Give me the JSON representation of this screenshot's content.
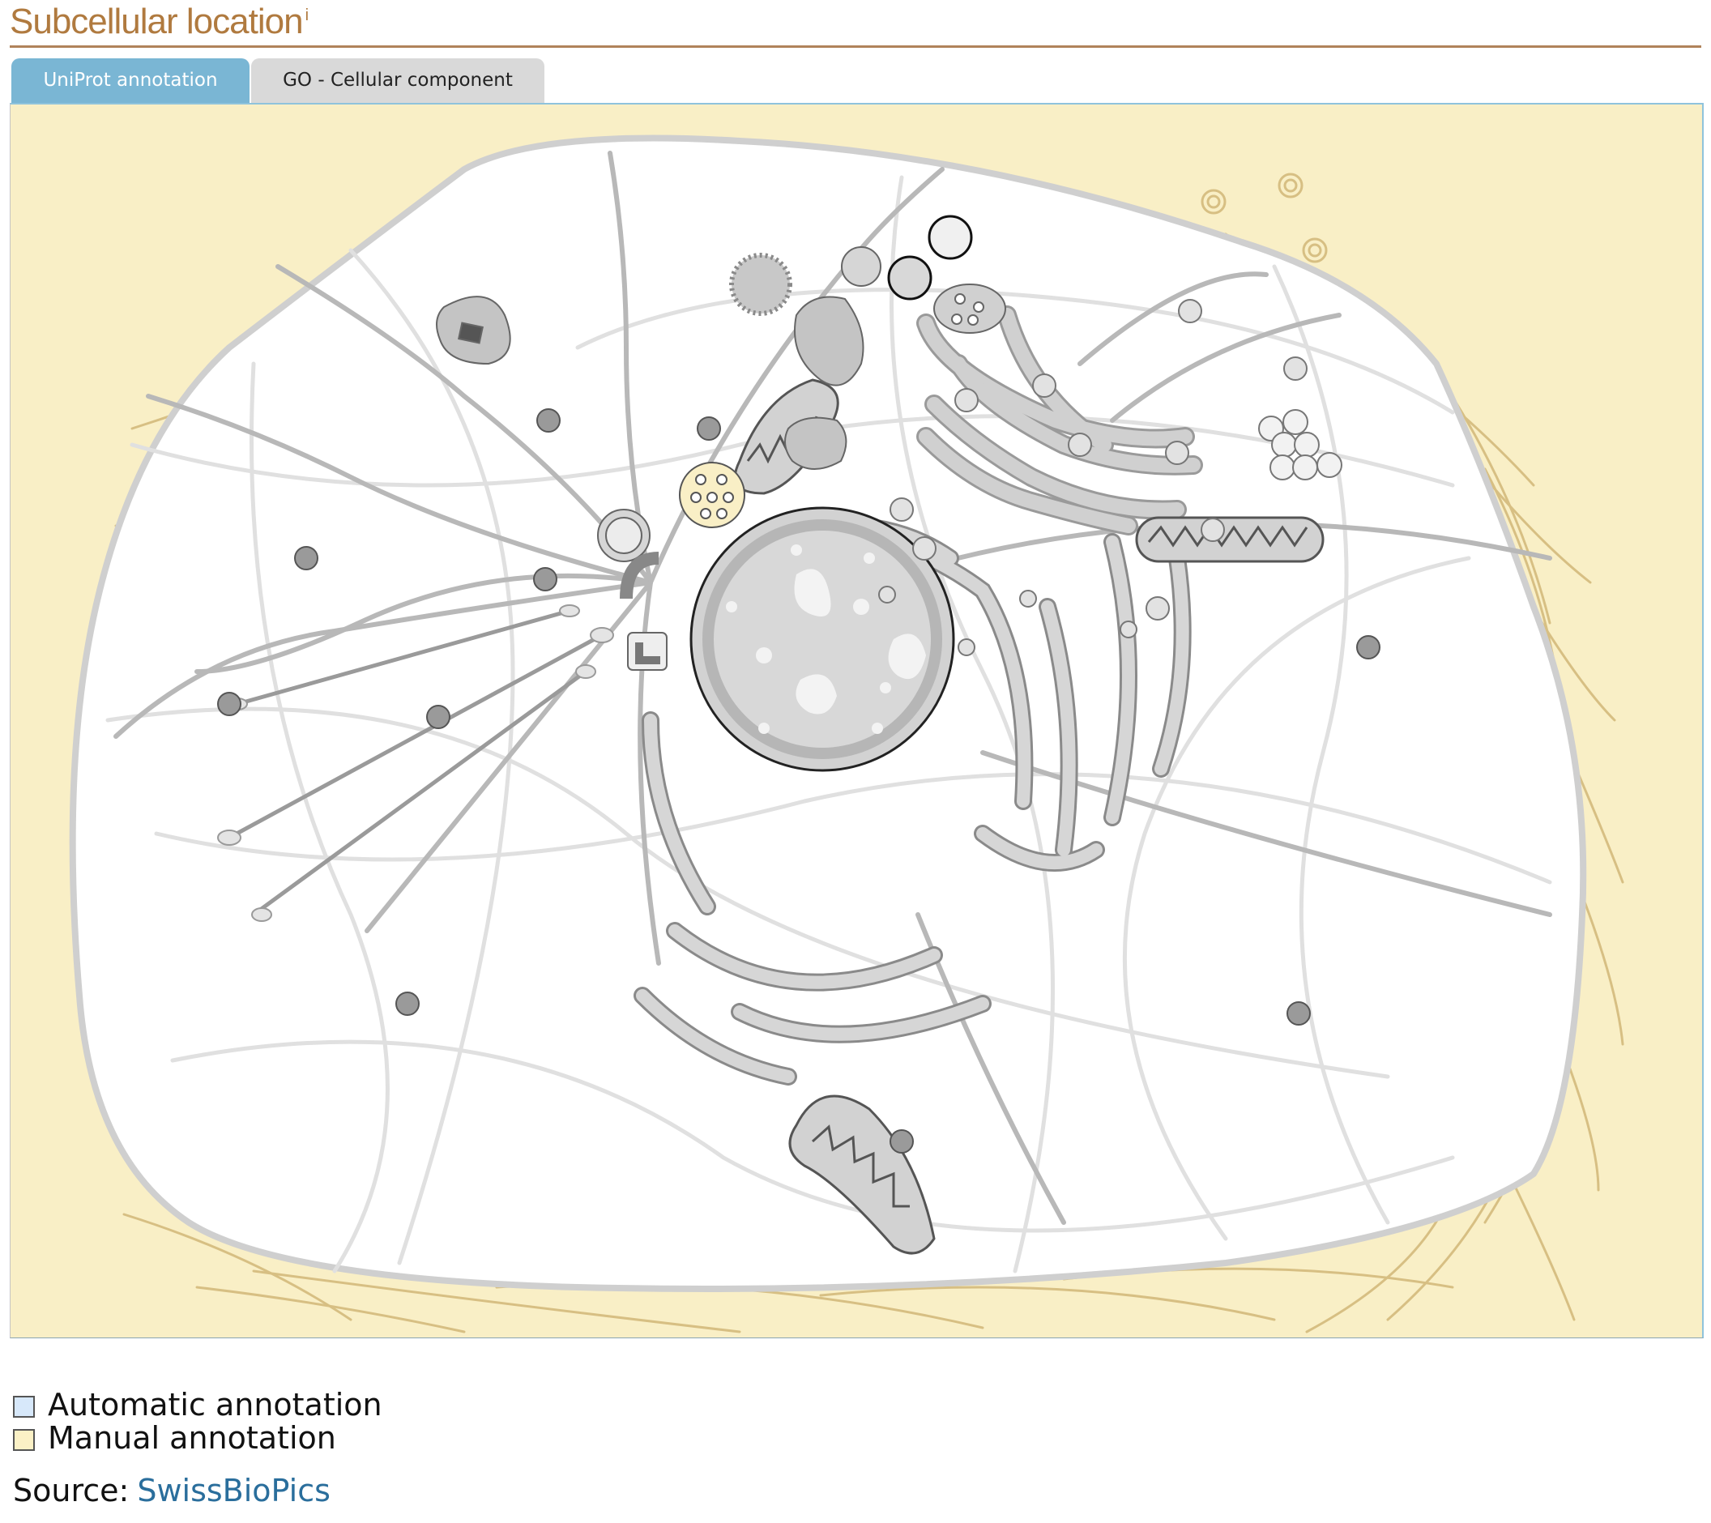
{
  "header": {
    "title": "Subcellular location",
    "info_marker": "i"
  },
  "tabs": [
    {
      "label": "UniProt annotation",
      "active": true
    },
    {
      "label": "GO - Cellular component",
      "active": false
    }
  ],
  "diagram": {
    "icon": "animal-cell-diagram",
    "highlight_color": "#f9efc6",
    "highlighted_organelle": "vesicle"
  },
  "legend": {
    "items": [
      {
        "label": "Automatic annotation",
        "color": "#d7e8fa"
      },
      {
        "label": "Manual annotation",
        "color": "#fbf1c6"
      }
    ]
  },
  "source": {
    "prefix": "Source:",
    "link": "SwissBioPics",
    "link_color": "#2a6e9c"
  }
}
